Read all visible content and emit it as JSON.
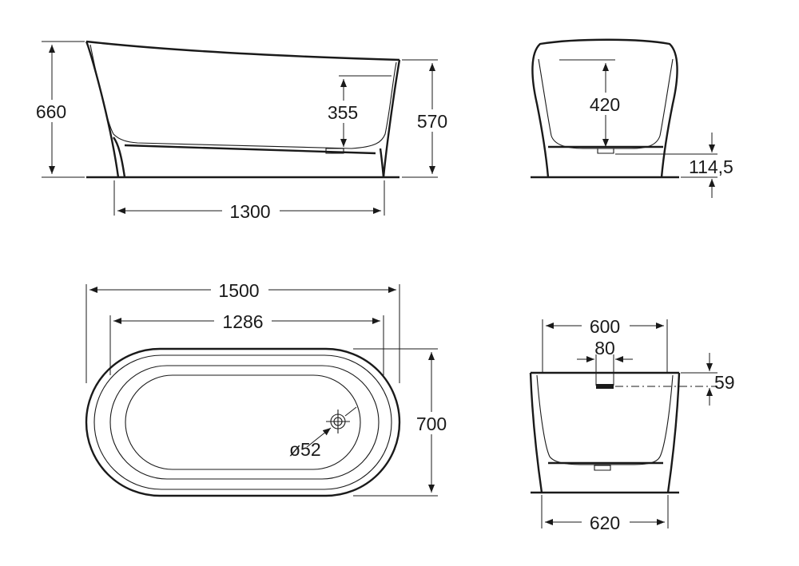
{
  "drawing": {
    "side_view": {
      "height_total": "660",
      "depth_inner": "355",
      "height_rim": "570",
      "base_length": "1300"
    },
    "end_view": {
      "depth_inner": "420",
      "clearance": "114,5"
    },
    "top_view": {
      "length_total": "1500",
      "length_inner": "1286",
      "width_total": "700",
      "drain_diameter": "ø52"
    },
    "front_view": {
      "width_top": "600",
      "overflow_offset": "80",
      "overflow_height": "59",
      "width_base": "620"
    }
  }
}
